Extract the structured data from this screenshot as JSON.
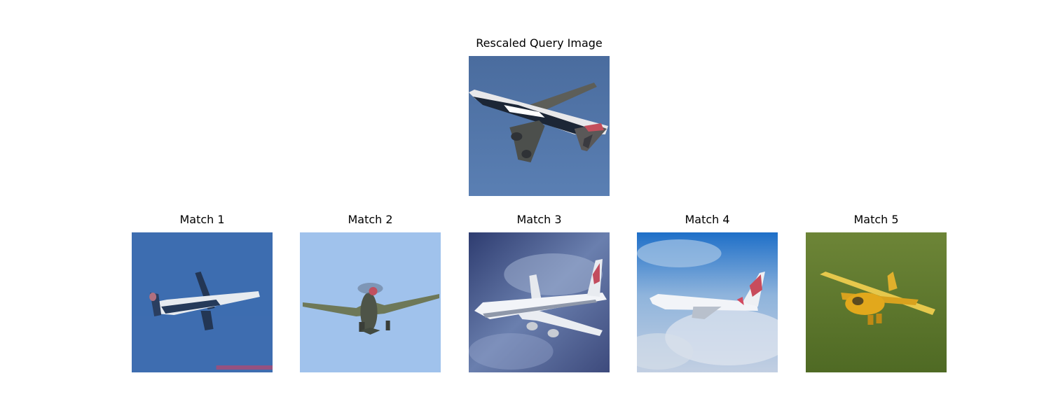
{
  "query": {
    "title": "Rescaled Query Image",
    "subject": "airliner-photo"
  },
  "matches": [
    {
      "title": "Match 1",
      "subject": "airliner-photo"
    },
    {
      "title": "Match 2",
      "subject": "propeller-plane-photo"
    },
    {
      "title": "Match 3",
      "subject": "airliner-photo"
    },
    {
      "title": "Match 4",
      "subject": "airliner-photo"
    },
    {
      "title": "Match 5",
      "subject": "yellow-biplane-photo"
    }
  ],
  "colors": {
    "query_sky": "#4f73a6",
    "match1_sky": "#3f6fb2",
    "match2_sky": "#9dc0eb",
    "match3_sky": "#4a5a8c",
    "match4_sky": "#7fa7d6",
    "match5_grass": "#617a31"
  }
}
